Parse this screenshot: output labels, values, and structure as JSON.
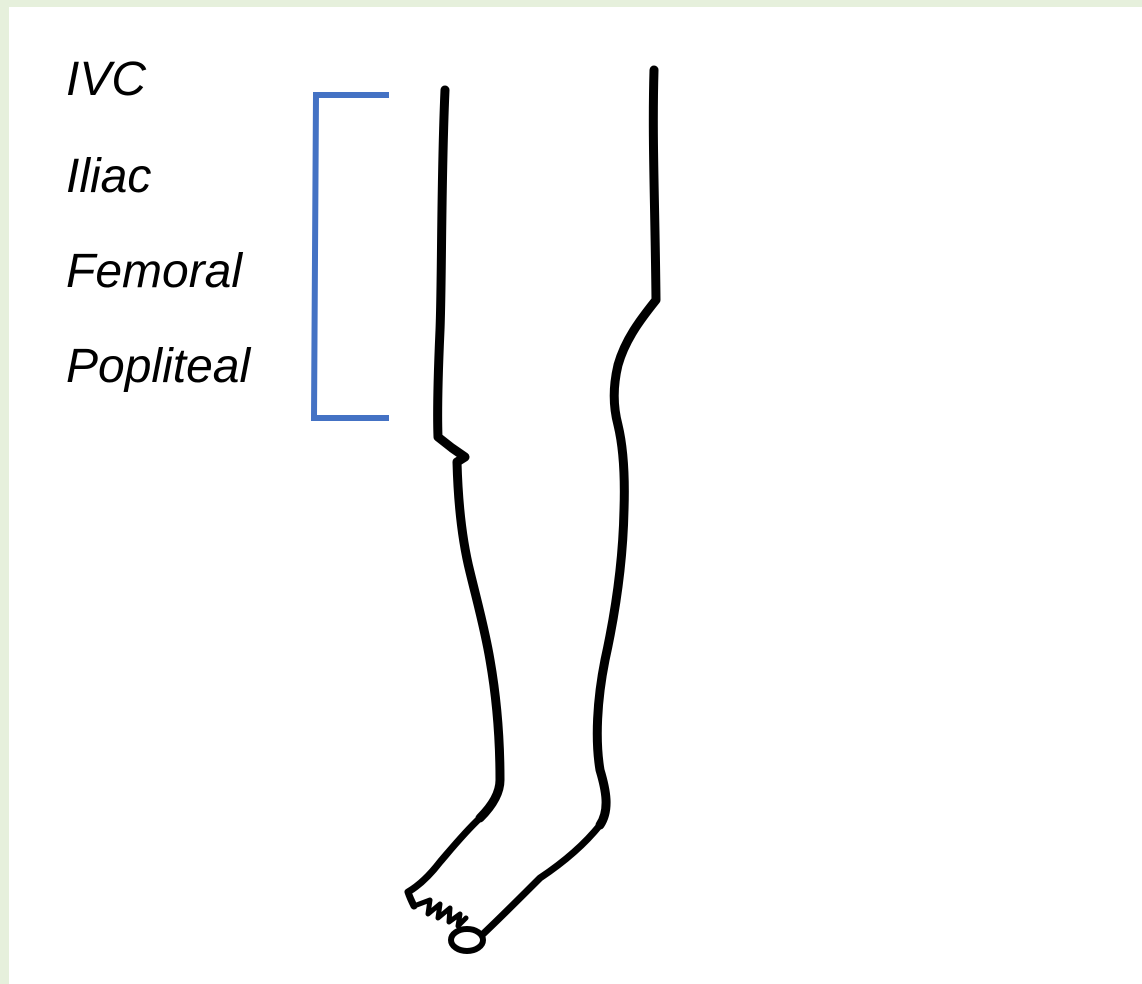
{
  "labels": {
    "ivc": "IVC",
    "iliac": "Iliac",
    "femoral": "Femoral",
    "popliteal": "Popliteal"
  },
  "colors": {
    "background_border": "#e6f0dc",
    "canvas": "#ffffff",
    "bracket": "#4472c4",
    "outline": "#000000"
  }
}
